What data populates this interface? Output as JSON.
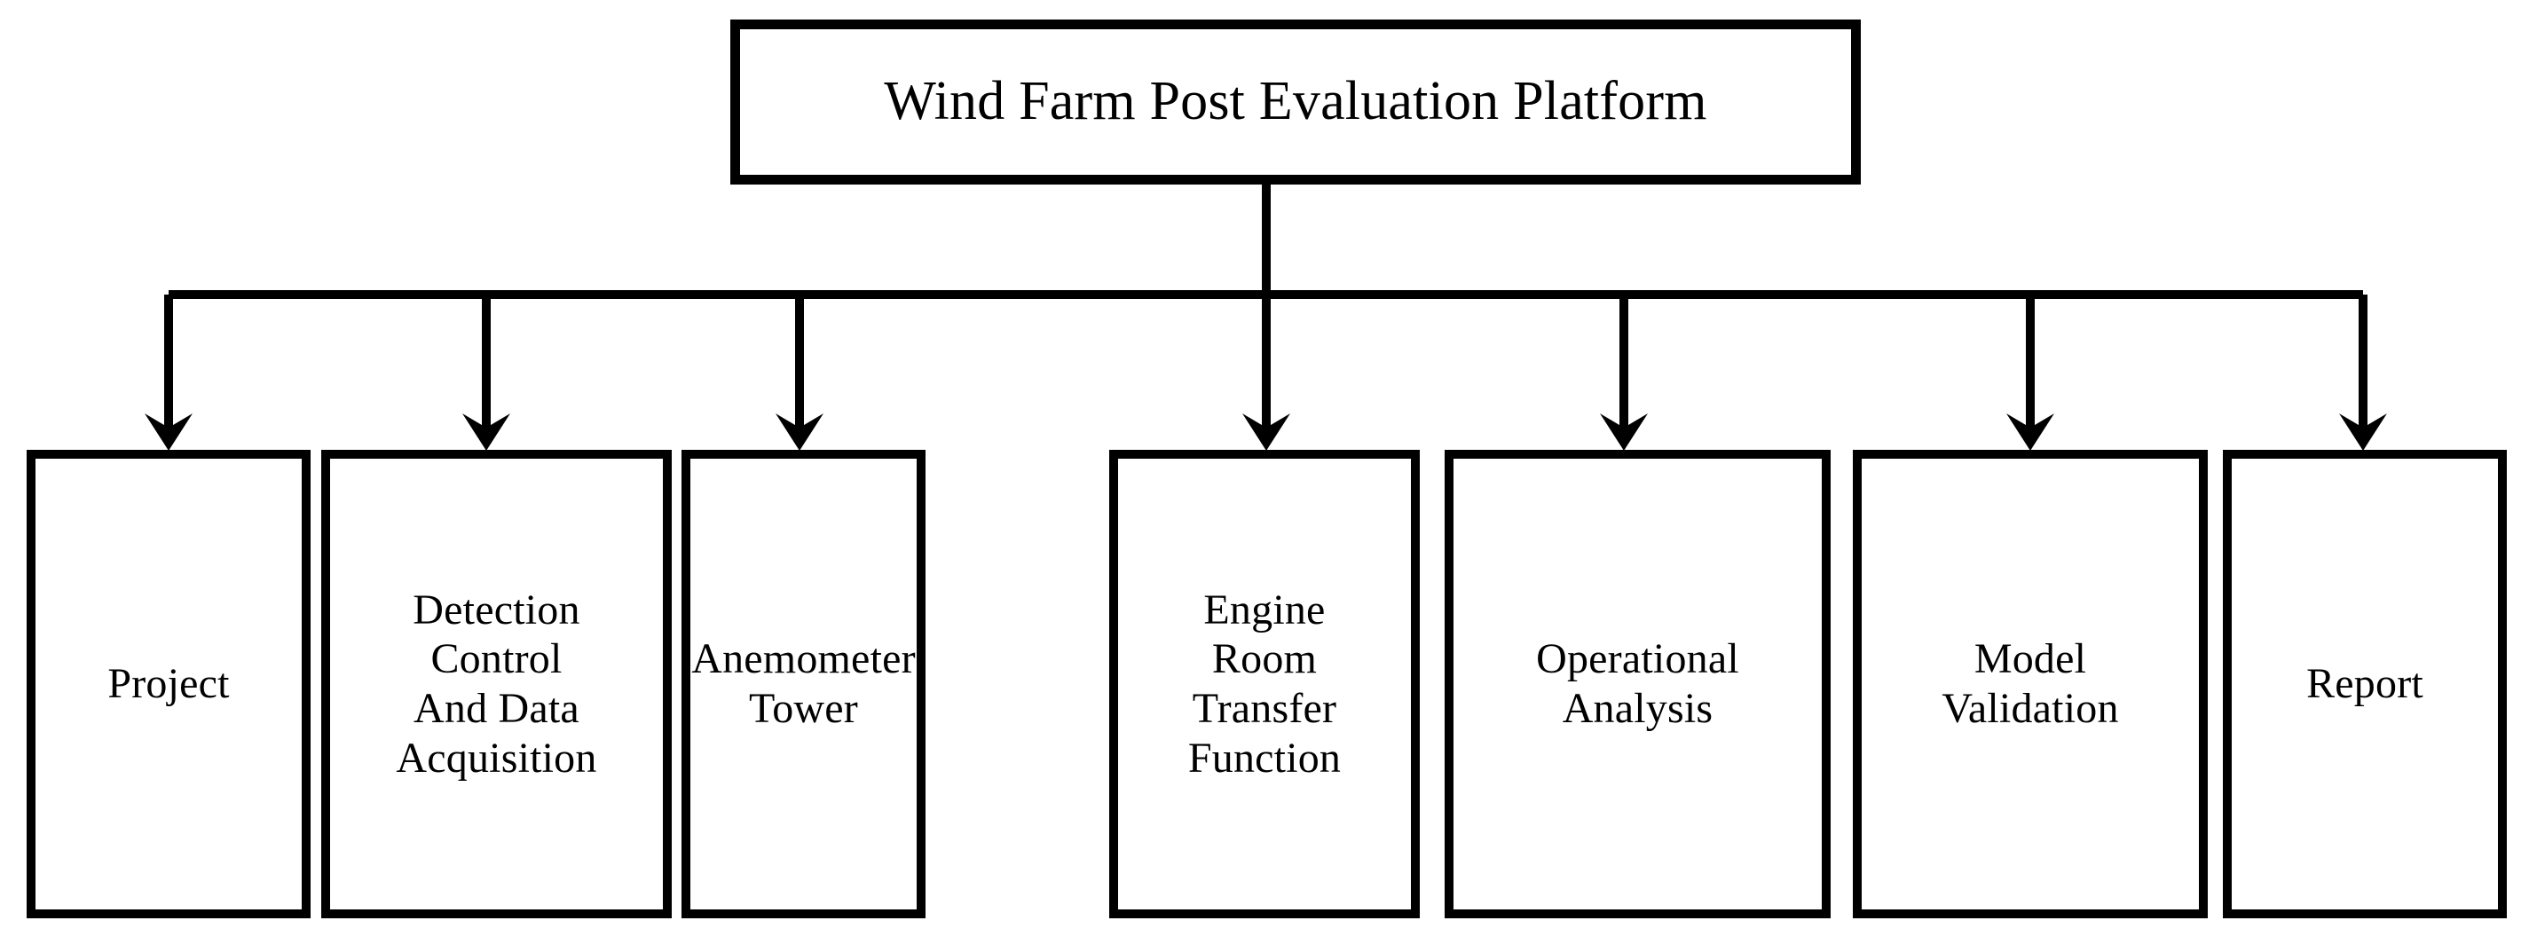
{
  "diagram": {
    "type": "hierarchy-tree",
    "orientation": "top-down",
    "root": {
      "label": "Wind Farm Post Evaluation Platform",
      "name": "root-node"
    },
    "connector": {
      "style": "orthogonal-bus-with-arrowheads",
      "stroke_color": "#000000",
      "stroke_width": 10,
      "arrowhead_count": 7
    },
    "children": [
      {
        "label": "Project",
        "name": "node-project"
      },
      {
        "label": "Detection\nControl\nAnd Data\nAcquisition",
        "name": "node-detection-control-and-data-acquisition"
      },
      {
        "label": "Anemometer\nTower",
        "name": "node-anemometer-tower"
      },
      {
        "label": "Engine\nRoom\nTransfer\nFunction",
        "name": "node-engine-room-transfer-function"
      },
      {
        "label": "Operational\nAnalysis",
        "name": "node-operational-analysis"
      },
      {
        "label": "Model\nValidation",
        "name": "node-model-validation"
      },
      {
        "label": "Report",
        "name": "node-report"
      }
    ]
  },
  "colors": {
    "background": "#ffffff",
    "stroke": "#000000",
    "text": "#000000",
    "fill": "#ffffff"
  }
}
